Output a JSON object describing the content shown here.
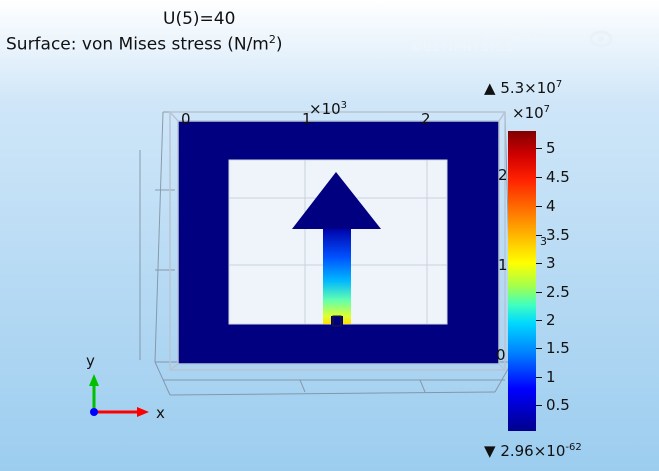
{
  "header": {
    "param_line": "U(5)=40",
    "plot_line": "Surface: von Mises stress (N/m",
    "plot_unit_sup": "2",
    "plot_line_end": ")"
  },
  "brand": {
    "line1": "COMSOL",
    "line2": "MULTIPHYSICS"
  },
  "readouts": {
    "max_arrow": "▲",
    "max_mantissa": "5.3×10",
    "max_exp": "7",
    "min_arrow": "▼",
    "min_mantissa": "2.96×10",
    "min_exp": "-62"
  },
  "colorbar": {
    "multiplier": "×10",
    "multiplier_exp": "7",
    "ticks": [
      "5",
      "4.5",
      "4",
      "3.5",
      "3",
      "2.5",
      "2",
      "1.5",
      "1",
      "0.5"
    ],
    "colors": {
      "top": "#800000",
      "bottom": "#00008c"
    }
  },
  "axes_box": {
    "top_ticks": [
      "0",
      "1",
      "2"
    ],
    "top_multiplier": "×10",
    "top_multiplier_exp": "3",
    "overlay_labels": [
      "2",
      "1",
      "3",
      "0",
      "0",
      "3"
    ]
  },
  "triad": {
    "y_label": "y",
    "x_label": "x",
    "y_color": "#00c000",
    "x_color": "#ff0000",
    "z_color": "#0000ff"
  },
  "geometry_colors": {
    "frame": "#000080",
    "arrow_head": "#000080"
  }
}
